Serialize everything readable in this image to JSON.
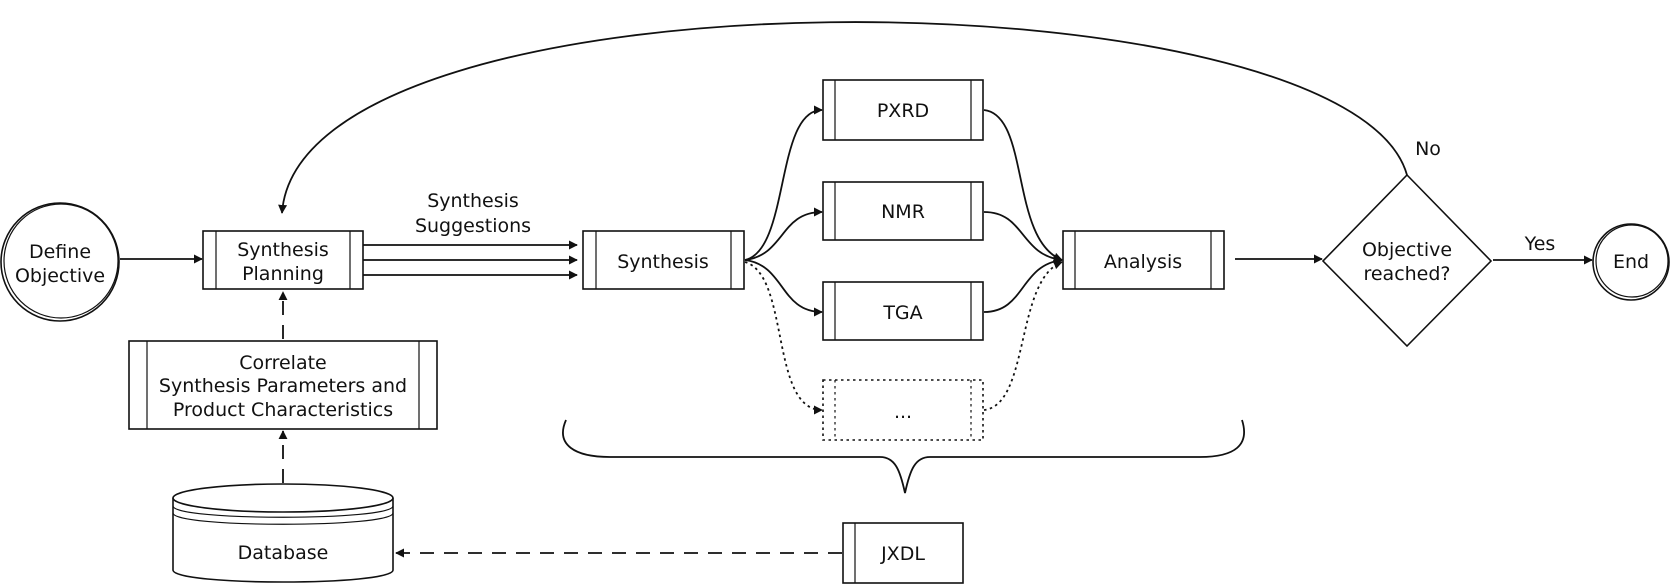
{
  "nodes": {
    "define_objective": [
      "Define",
      "Objective"
    ],
    "synthesis_planning": [
      "Synthesis",
      "Planning"
    ],
    "correlate": [
      "Correlate",
      "Synthesis Parameters and",
      "Product Characteristics"
    ],
    "database": "Database",
    "synthesis": "Synthesis",
    "pxrd": "PXRD",
    "nmr": "NMR",
    "tga": "TGA",
    "ellipsis": "...",
    "analysis": "Analysis",
    "objective_reached": [
      "Objective",
      "reached?"
    ],
    "end": "End",
    "jxdl": "JXDL"
  },
  "edge_labels": {
    "synthesis_suggestions": [
      "Synthesis",
      "Suggestions"
    ],
    "yes": "Yes",
    "no": "No"
  }
}
